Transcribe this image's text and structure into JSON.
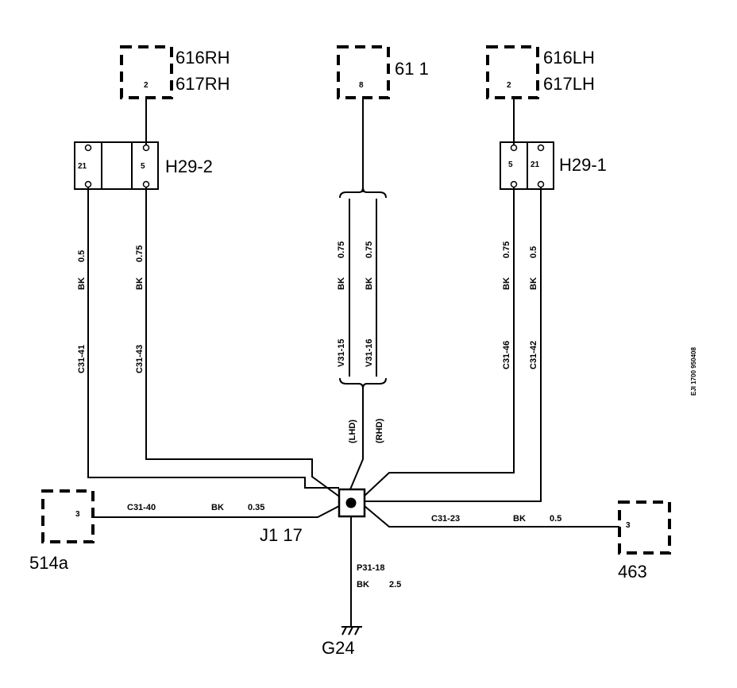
{
  "components": {
    "c616rh": {
      "line1": "616RH",
      "line2": "617RH",
      "pin": "2"
    },
    "c611": {
      "label": "61  1",
      "pin": "8"
    },
    "c616lh": {
      "line1": "616LH",
      "line2": "617LH",
      "pin": "2"
    },
    "c514a": {
      "label": "514a",
      "pin": "3"
    },
    "c463": {
      "label": "463",
      "pin": "3"
    }
  },
  "connectors": {
    "h29_2": {
      "label": "H29-2",
      "pins": [
        "21",
        "5"
      ]
    },
    "h29_1": {
      "label": "H29-1",
      "pins": [
        "5",
        "21"
      ]
    }
  },
  "splice": {
    "label": "J1  17"
  },
  "ground": {
    "label": "G24"
  },
  "wires": {
    "c31_41": {
      "color": "BK",
      "size": "0.5",
      "id": "C31-41"
    },
    "c31_43": {
      "color": "BK",
      "size": "0.75",
      "id": "C31-43"
    },
    "v31_15": {
      "color": "BK",
      "size": "0.75",
      "id": "V31-15"
    },
    "v31_16": {
      "color": "BK",
      "size": "0.75",
      "id": "V31-16"
    },
    "c31_46": {
      "color": "BK",
      "size": "0.75",
      "id": "C31-46"
    },
    "c31_42": {
      "color": "BK",
      "size": "0.5",
      "id": "C31-42"
    },
    "c31_40": {
      "id": "C31-40",
      "color": "BK",
      "size": "0.35"
    },
    "c31_23": {
      "id": "C31-23",
      "color": "BK",
      "size": "0.5"
    },
    "p31_18": {
      "id": "P31-18",
      "color": "BK",
      "size": "2.5"
    }
  },
  "variants": {
    "lhd": "(LHD)",
    "rhd": "(RHD)"
  },
  "figure_id": "EJI  1700 950408"
}
